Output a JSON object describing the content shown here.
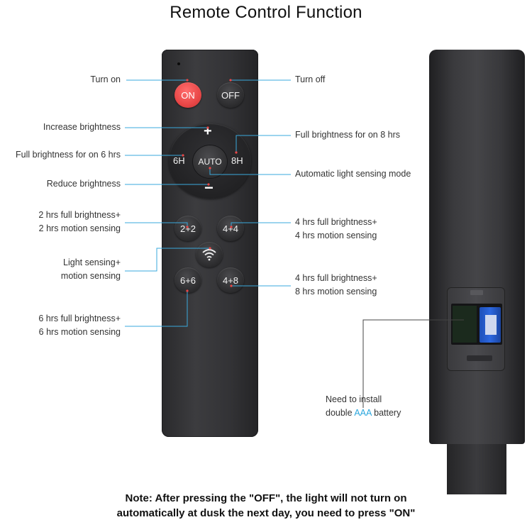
{
  "title": "Remote Control Function",
  "remote": {
    "on_label": "ON",
    "off_label": "OFF",
    "plus_label": "+",
    "minus_label": "−",
    "h6_label": "6H",
    "h8_label": "8H",
    "auto_label": "AUTO",
    "b22_label": "2+2",
    "b44_label": "4+4",
    "b66_label": "6+6",
    "b48_label": "4+8",
    "sensor_icon": "wifi-waves-icon"
  },
  "labels": {
    "turn_on": "Turn on",
    "turn_off": "Turn off",
    "increase": "Increase brightness",
    "full8": "Full brightness for on 8 hrs",
    "full6": "Full brightness for on 6 hrs",
    "auto_mode": "Automatic light sensing mode",
    "reduce": "Reduce brightness",
    "m22_line1": "2 hrs full brightness+",
    "m22_line2": "2 hrs motion sensing",
    "m44_line1": "4 hrs full brightness+",
    "m44_line2": "4 hrs motion sensing",
    "sense_line1": "Light sensing+",
    "sense_line2": "motion sensing",
    "m48_line1": "4 hrs full brightness+",
    "m48_line2": "8 hrs motion sensing",
    "m66_line1": "6 hrs full brightness+",
    "m66_line2": "6 hrs motion sensing",
    "battery_line1": "Need to install",
    "battery_pre": "double ",
    "battery_accent": "AAA",
    "battery_post": " battery"
  },
  "note": {
    "line1": "Note: After pressing the \"OFF\", the light will not turn on",
    "line2": "automatically at dusk the next day,  you need to press \"ON\""
  },
  "colors": {
    "line": "#3aa9dc",
    "on_button": "#e94747",
    "accent": "#2aa6dd"
  }
}
